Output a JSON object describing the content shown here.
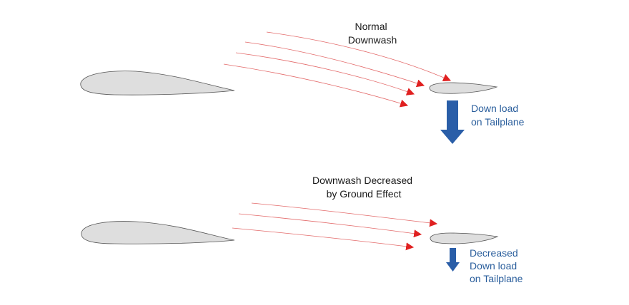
{
  "top": {
    "downwash_label": [
      "Normal",
      "Downwash"
    ],
    "load_label": [
      "Down load",
      "on  Tailplane"
    ]
  },
  "bottom": {
    "downwash_label": [
      "Downwash  Decreased",
      "by  Ground  Effect"
    ],
    "load_label": [
      "Decreased",
      "Down load",
      "on  Tailplane"
    ]
  },
  "colors": {
    "airfoil_fill": "#dedede",
    "airfoil_stroke": "#555555",
    "flow_line": "#e36a6a",
    "flow_arrowhead": "#e02020",
    "load_arrow": "#2a5ea8",
    "label_blue": "#2a5e9c"
  }
}
